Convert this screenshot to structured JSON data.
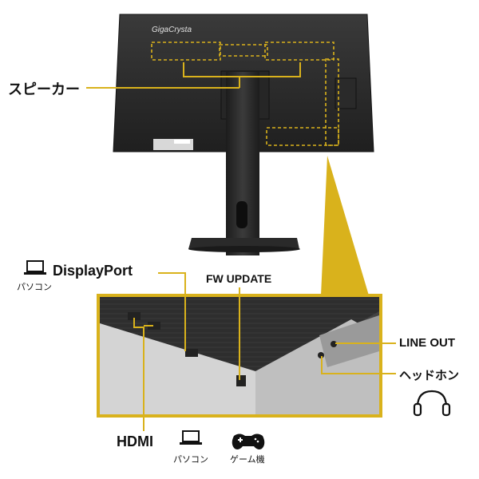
{
  "brand": {
    "logo_text": "GigaCrysta"
  },
  "labels": {
    "speaker": "スピーカー",
    "displayport": "DisplayPort",
    "displayport_sub": "パソコン",
    "fw_update": "FW UPDATE",
    "line_out": "LINE OUT",
    "headphone": "ヘッドホン",
    "hdmi": "HDMI",
    "hdmi_pc": "パソコン",
    "hdmi_game": "ゲーム機"
  },
  "icons": {
    "displayport": "laptop-icon",
    "hdmi_pc": "laptop-icon",
    "hdmi_game": "gamepad-icon",
    "headphone": "headphone-icon"
  },
  "colors": {
    "accent": "#d9b21c",
    "monitor": "#2b2b2b",
    "ink": "#111111"
  }
}
